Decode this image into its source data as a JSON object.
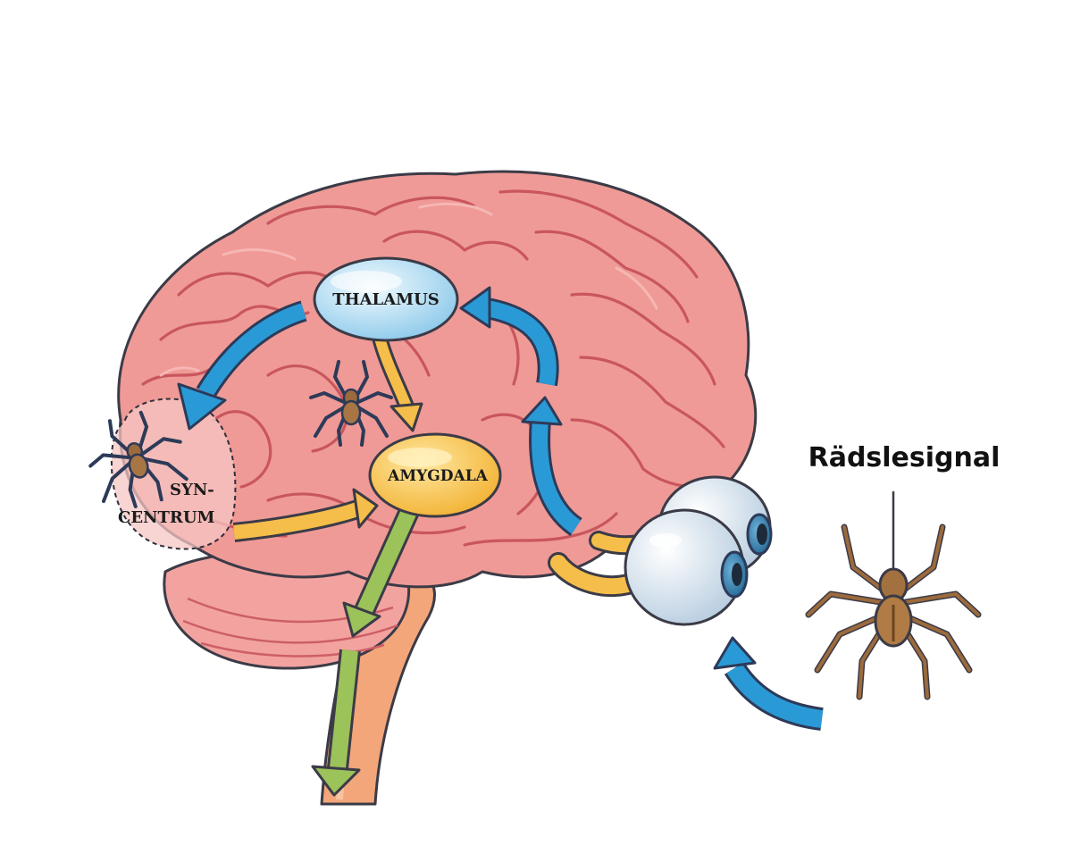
{
  "labels": {
    "thalamus": "THALAMUS",
    "amygdala": "AMYGDALA",
    "visual_center_line1": "SYN-",
    "visual_center_line2": "CENTRUM",
    "fear_signal": "Rädslesignal"
  },
  "colors": {
    "brain": "#ef9a96",
    "brain_fold": "#c9565d",
    "thalamus": "#bfe3f6",
    "amygdala": "#f7c54b",
    "arrow_blue": "#2a9ad6",
    "arrow_yellow": "#f5bd4a",
    "arrow_green": "#9cc25a",
    "spider": "#9c6a3c",
    "eye": "#dfeaf3"
  },
  "icons": [
    "spider-icon",
    "eye-icon",
    "brain-icon"
  ]
}
